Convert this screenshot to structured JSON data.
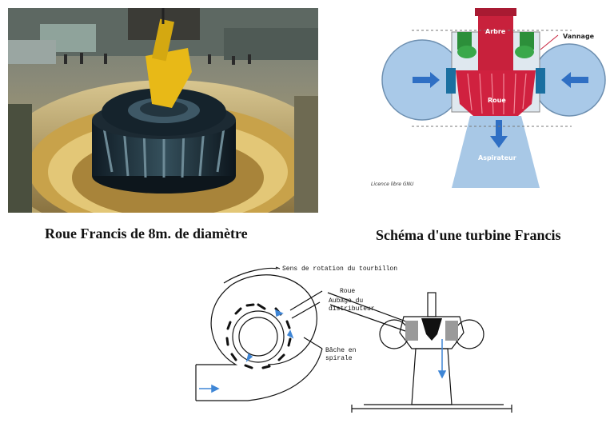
{
  "photo": {
    "caption": "Roue Francis de 8m. de diamètre"
  },
  "schema": {
    "caption": "Schéma d'une turbine Francis",
    "label_arbre": "Arbre",
    "label_vannage": "Vannage",
    "label_roue": "Roue",
    "label_aspirateur": "Aspirateur",
    "license": "Licence libre GNU",
    "colors": {
      "volute": "#a9c9e8",
      "runner": "#d0213f",
      "draft_tube": "#a8c8e6",
      "guide_vane": "#1a6fa0",
      "generator": "#2c8f3a",
      "arrow": "#2f6fc4"
    }
  },
  "drawing": {
    "label_rotation": "Sens de rotation du tourbillon",
    "label_roue": "Roue",
    "label_aubage_1": "Aubage du",
    "label_aubage_2": "distributeur",
    "label_bache_1": "Bâche en",
    "label_bache_2": "spirale",
    "colors": {
      "flow_arrow": "#3f86d6",
      "line": "#111111"
    }
  }
}
